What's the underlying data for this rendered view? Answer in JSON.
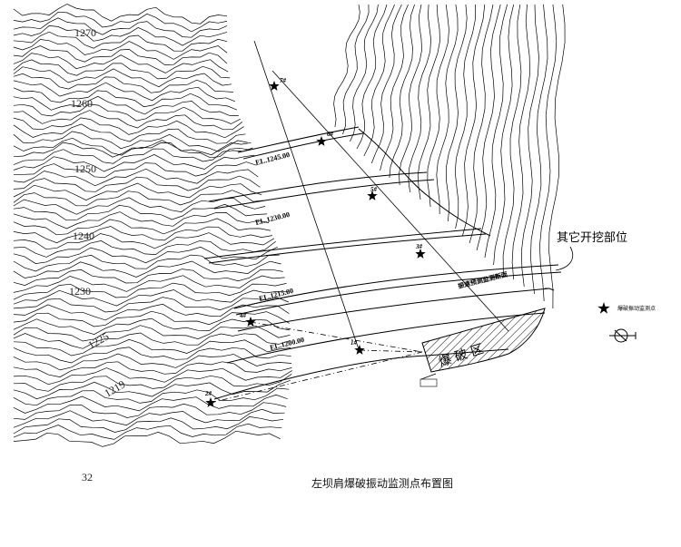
{
  "contour_labels": [
    {
      "text": "1270"
    },
    {
      "text": "1260"
    },
    {
      "text": "1250"
    },
    {
      "text": "1240"
    },
    {
      "text": "1230"
    },
    {
      "text": "1225"
    },
    {
      "text": "1219"
    },
    {
      "text": "32"
    }
  ],
  "benches": [
    {
      "label": "EL.1245.00"
    },
    {
      "label": "EL.1230.00"
    },
    {
      "label": "EL.1215.00"
    },
    {
      "label": "EL.1200.00"
    }
  ],
  "points": [
    {
      "id": "7#"
    },
    {
      "id": "6#"
    },
    {
      "id": "5#"
    },
    {
      "id": "3#"
    },
    {
      "id": "4#"
    },
    {
      "id": "1#"
    },
    {
      "id": "2#"
    }
  ],
  "annotations": {
    "other_excavation": "其它开挖部位",
    "section_label": "振速预测监测断面",
    "blast_zone": "爆 破 区"
  },
  "legend": {
    "star_label": "爆破振动监测点"
  },
  "caption": "左坝肩爆破振动监测点布置图",
  "colors": {
    "line": "#000000",
    "background": "#ffffff"
  }
}
